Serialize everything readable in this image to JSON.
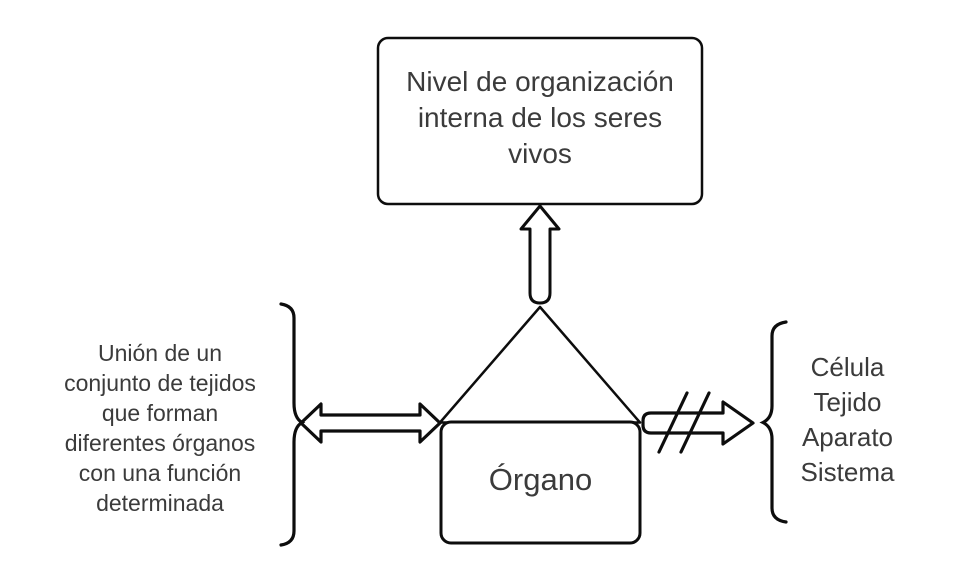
{
  "diagram": {
    "title_box": {
      "text": "Nivel de organización\ninterna de los seres\nvivos"
    },
    "center_box": {
      "text": "Órgano"
    },
    "left_note": {
      "text": "Unión de un\nconjunto de tejidos\nque forman\ndiferentes órganos\ncon una función\ndeterminada"
    },
    "right_note": {
      "text": "Célula\nTejido\nAparato\nSistema"
    },
    "icons": [
      "up-arrow-icon",
      "double-headed-arrow-icon",
      "slashed-right-arrow-icon",
      "left-curly-brace",
      "right-curly-brace",
      "triangle-shape"
    ],
    "colors": {
      "stroke": "#0d0d0d",
      "text": "#3b3b3b",
      "background": "#ffffff"
    }
  }
}
